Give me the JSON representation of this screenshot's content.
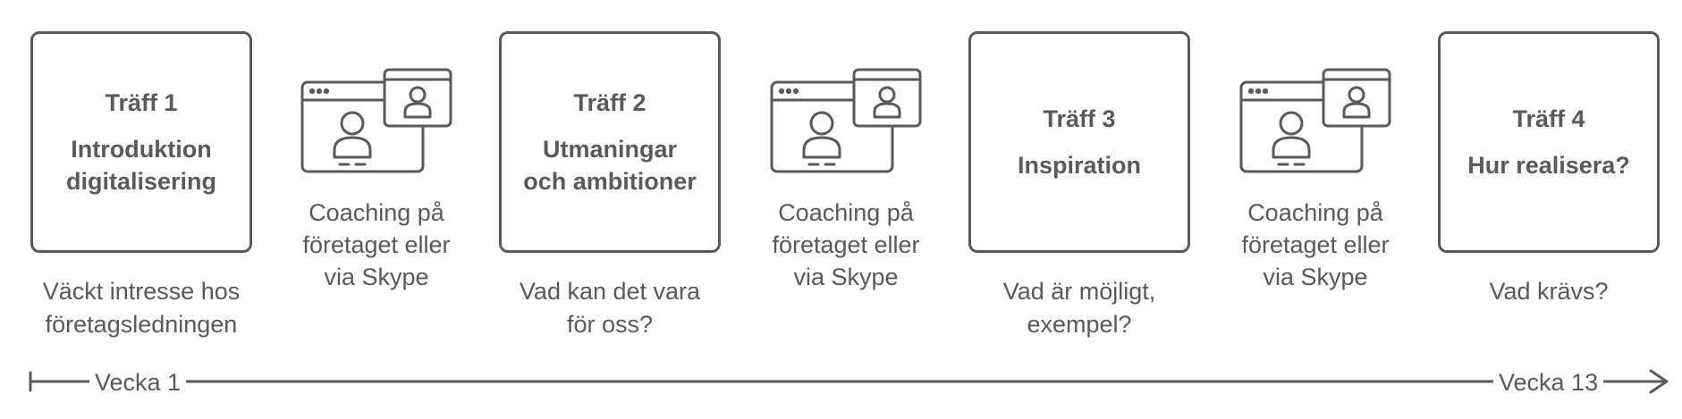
{
  "meetings": [
    {
      "title": "Träff 1",
      "subtitle_lines": [
        "Introduktion",
        "digitalisering"
      ],
      "caption_lines": [
        "Väckt intresse hos",
        "företagsledningen"
      ]
    },
    {
      "title": "Träff 2",
      "subtitle_lines": [
        "Utmaningar",
        "och ambitioner"
      ],
      "caption_lines": [
        "Vad kan det vara",
        "för oss?"
      ]
    },
    {
      "title": "Träff 3",
      "subtitle_lines": [
        "Inspiration"
      ],
      "caption_lines": [
        "Vad är möjligt,",
        "exempel?"
      ]
    },
    {
      "title": "Träff 4",
      "subtitle_lines": [
        "Hur realisera?"
      ],
      "caption_lines": [
        "Vad krävs?"
      ]
    }
  ],
  "coaching": [
    {
      "icon": "video-call-icon",
      "lines": [
        "Coaching på",
        "företaget eller",
        "via Skype"
      ]
    },
    {
      "icon": "video-call-icon",
      "lines": [
        "Coaching på",
        "företaget eller",
        "via Skype"
      ]
    },
    {
      "icon": "video-call-icon",
      "lines": [
        "Coaching på",
        "företaget eller",
        "via Skype"
      ]
    }
  ],
  "timeline": {
    "start_label": "Vecka 1",
    "end_label": "Vecka 13"
  },
  "colors": {
    "stroke": "#5a5a5a",
    "text": "#595959"
  }
}
